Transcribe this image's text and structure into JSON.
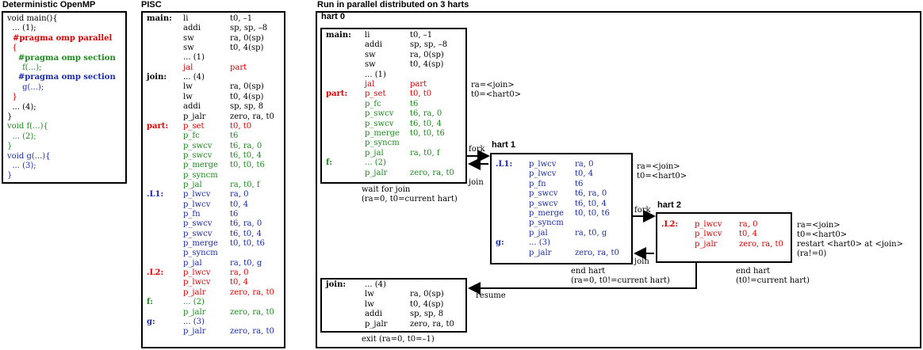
{
  "titles": {
    "openmp": "Deterministic OpenMP",
    "pisc": "PISC",
    "parallel": "Run in parallel distributed on 3 harts"
  },
  "openmp": [
    {
      "t": "void main(){",
      "c": "k"
    },
    {
      "t": "  ... (1);",
      "c": "k"
    },
    {
      "t": "  #pragma omp parallel",
      "c": "r",
      "bold": true
    },
    {
      "t": "  {",
      "c": "r"
    },
    {
      "t": "    #pragma omp section",
      "c": "g",
      "bold": true
    },
    {
      "t": "      f(...);",
      "c": "g"
    },
    {
      "t": "    #pragma omp section",
      "c": "b",
      "bold": true
    },
    {
      "t": "      g(...);",
      "c": "b"
    },
    {
      "t": "  }",
      "c": "r"
    },
    {
      "t": "  ... (4);",
      "c": "k"
    },
    {
      "t": "}",
      "c": "k"
    },
    {
      "t": "void f(...){",
      "c": "g"
    },
    {
      "t": "  ... (2);",
      "c": "g"
    },
    {
      "t": "}",
      "c": "g"
    },
    {
      "t": "void g(...){",
      "c": "b"
    },
    {
      "t": "  ... (3);",
      "c": "b"
    },
    {
      "t": "}",
      "c": "b"
    }
  ],
  "pisc": [
    {
      "l": "main:",
      "o": "li",
      "a": "t0, –1",
      "c": "k"
    },
    {
      "l": "",
      "o": "addi",
      "a": "sp, sp, –8",
      "c": "k"
    },
    {
      "l": "",
      "o": "sw",
      "a": "ra, 0(sp)",
      "c": "k"
    },
    {
      "l": "",
      "o": "sw",
      "a": "t0, 4(sp)",
      "c": "k"
    },
    {
      "l": "",
      "o": "... (1)",
      "a": "",
      "c": "k"
    },
    {
      "l": "",
      "o": "jal",
      "a": "part",
      "c": "r"
    },
    {
      "l": "join:",
      "o": "... (4)",
      "a": "",
      "c": "k"
    },
    {
      "l": "",
      "o": "lw",
      "a": "ra, 0(sp)",
      "c": "k"
    },
    {
      "l": "",
      "o": "lw",
      "a": "t0, 4(sp)",
      "c": "k"
    },
    {
      "l": "",
      "o": "addi",
      "a": "sp, sp, 8",
      "c": "k"
    },
    {
      "l": "",
      "o": "p_jalr",
      "a": "zero, ra, t0",
      "c": "k"
    },
    {
      "l": "part:",
      "o": "p_set",
      "a": "t0, t0",
      "c": "r",
      "lc": "r"
    },
    {
      "l": "",
      "o": "p_fc",
      "a": "t6",
      "c": "g"
    },
    {
      "l": "",
      "o": "p_swcv",
      "a": "t6, ra, 0",
      "c": "g"
    },
    {
      "l": "",
      "o": "p_swcv",
      "a": "t6, t0, 4",
      "c": "g"
    },
    {
      "l": "",
      "o": "p_merge",
      "a": "t0, t0, t6",
      "c": "g"
    },
    {
      "l": "",
      "o": "p_syncm",
      "a": "",
      "c": "g"
    },
    {
      "l": "",
      "o": "p_jal",
      "a": "ra, t0, f",
      "c": "g"
    },
    {
      "l": ".L1:",
      "o": "p_lwcv",
      "a": "ra, 0",
      "c": "b",
      "lc": "b"
    },
    {
      "l": "",
      "o": "p_lwcv",
      "a": "t0, 4",
      "c": "b"
    },
    {
      "l": "",
      "o": "p_fn",
      "a": "t6",
      "c": "b"
    },
    {
      "l": "",
      "o": "p_swcv",
      "a": "t6, ra, 0",
      "c": "b"
    },
    {
      "l": "",
      "o": "p_swcv",
      "a": "t6, t0, 4",
      "c": "b"
    },
    {
      "l": "",
      "o": "p_merge",
      "a": "t0, t0, t6",
      "c": "b"
    },
    {
      "l": "",
      "o": "p_syncm",
      "a": "",
      "c": "b"
    },
    {
      "l": "",
      "o": "p_jal",
      "a": "ra, t0, g",
      "c": "b"
    },
    {
      "l": ".L2:",
      "o": "p_lwcv",
      "a": "ra, 0",
      "c": "r",
      "lc": "r"
    },
    {
      "l": "",
      "o": "p_lwcv",
      "a": "t0, 4",
      "c": "r"
    },
    {
      "l": "",
      "o": "p_jalr",
      "a": "zero, ra, t0",
      "c": "r"
    },
    {
      "l": "f:",
      "o": "... (2)",
      "a": "",
      "c": "g",
      "lc": "g"
    },
    {
      "l": "",
      "o": "p_jalr",
      "a": "zero, ra, t0",
      "c": "g"
    },
    {
      "l": "g:",
      "o": "... (3)",
      "a": "",
      "c": "b",
      "lc": "b"
    },
    {
      "l": "",
      "o": "p_jalr",
      "a": "zero, ra, t0",
      "c": "b"
    }
  ],
  "harts": {
    "hart0_label": "hart 0",
    "hart1_label": "hart 1",
    "hart2_label": "hart 2",
    "hart0_code": [
      {
        "l": "main:",
        "o": "li",
        "a": "t0, –1",
        "c": "k"
      },
      {
        "l": "",
        "o": "addi",
        "a": "sp, sp, –8",
        "c": "k"
      },
      {
        "l": "",
        "o": "sw",
        "a": "ra, 0(sp)",
        "c": "k"
      },
      {
        "l": "",
        "o": "sw",
        "a": "t0, 4(sp)",
        "c": "k"
      },
      {
        "l": "",
        "o": "... (1)",
        "a": "",
        "c": "k"
      },
      {
        "l": "",
        "o": "jal",
        "a": "part",
        "c": "r"
      },
      {
        "l": "part:",
        "o": "p_set",
        "a": "t0, t0",
        "c": "r",
        "lc": "r"
      },
      {
        "l": "",
        "o": "p_fc",
        "a": "t6",
        "c": "g"
      },
      {
        "l": "",
        "o": "p_swcv",
        "a": "t6, ra, 0",
        "c": "g"
      },
      {
        "l": "",
        "o": "p_swcv",
        "a": "t6, t0, 4",
        "c": "g"
      },
      {
        "l": "",
        "o": "p_merge",
        "a": "t0, t0, t6",
        "c": "g"
      },
      {
        "l": "",
        "o": "p_syncm",
        "a": "",
        "c": "g"
      },
      {
        "l": "",
        "o": "p_jal",
        "a": "ra, t0, f",
        "c": "g"
      },
      {
        "l": "f:",
        "o": "... (2)",
        "a": "",
        "c": "g",
        "lc": "g"
      },
      {
        "l": "",
        "o": "p_jalr",
        "a": "zero, ra, t0",
        "c": "g"
      }
    ],
    "hart1_code": [
      {
        "l": ".L1:",
        "o": "p_lwcv",
        "a": "ra, 0",
        "c": "b",
        "lc": "b"
      },
      {
        "l": "",
        "o": "p_lwcv",
        "a": "t0, 4",
        "c": "b"
      },
      {
        "l": "",
        "o": "p_fn",
        "a": "t6",
        "c": "b"
      },
      {
        "l": "",
        "o": "p_swcv",
        "a": "t6, ra, 0",
        "c": "b"
      },
      {
        "l": "",
        "o": "p_swcv",
        "a": "t6, t0, 4",
        "c": "b"
      },
      {
        "l": "",
        "o": "p_merge",
        "a": "t0, t0, t6",
        "c": "b"
      },
      {
        "l": "",
        "o": "p_syncm",
        "a": "",
        "c": "b"
      },
      {
        "l": "",
        "o": "p_jal",
        "a": "ra, t0, g",
        "c": "b"
      },
      {
        "l": "g:",
        "o": "... (3)",
        "a": "",
        "c": "b",
        "lc": "b"
      },
      {
        "l": "",
        "o": "p_jalr",
        "a": "zero, ra, t0",
        "c": "b"
      }
    ],
    "hart2_code": [
      {
        "l": ".L2:",
        "o": "p_lwcv",
        "a": "ra, 0",
        "c": "r",
        "lc": "r"
      },
      {
        "l": "",
        "o": "p_lwcv",
        "a": "t0, 4",
        "c": "r"
      },
      {
        "l": "",
        "o": "p_jalr",
        "a": "zero, ra, t0",
        "c": "r"
      }
    ],
    "join_code": [
      {
        "l": "join:",
        "o": "... (4)",
        "a": "",
        "c": "k"
      },
      {
        "l": "",
        "o": "lw",
        "a": "ra, 0(sp)",
        "c": "k"
      },
      {
        "l": "",
        "o": "lw",
        "a": "t0, 4(sp)",
        "c": "k"
      },
      {
        "l": "",
        "o": "addi",
        "a": "sp, sp, 8",
        "c": "k"
      },
      {
        "l": "",
        "o": "p_jalr",
        "a": "zero, ra, t0",
        "c": "k"
      }
    ],
    "note0_1": "ra=<join>",
    "note0_2": "t0=<hart0>",
    "note1_1": "ra=<join>",
    "note1_2": "t0=<hart0>",
    "note2_1": "ra=<join>",
    "note2_2": "t0=<hart0>",
    "note2_3": "restart <hart0> at <join>",
    "note2_4": "(ra!=0)",
    "fork1": "fork",
    "join1": "join",
    "fork2": "fork",
    "join2": "join",
    "wait1": "wait for join",
    "wait2": "(ra=0, t0=current hart)",
    "end1_1": "end hart",
    "end1_2": "(ra=0, t0!=current hart)",
    "end2_1": "end hart",
    "end2_2": "(t0!=current hart)",
    "resume": "resume",
    "exit": "exit (ra=0, t0=–1)"
  }
}
